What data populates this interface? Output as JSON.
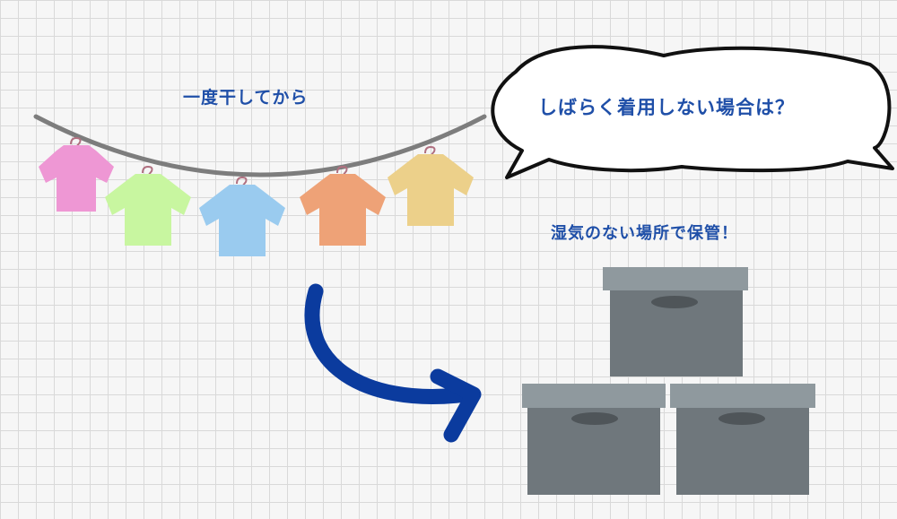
{
  "caption_top": "一度干してから",
  "speech_bubble": "しばらく着用しない場合は？",
  "caption_storage": "湿気のない場所で保管！",
  "colors": {
    "text": "#1f4fa8",
    "arrow": "#0b3b9e",
    "shirts": [
      "#ee97d4",
      "#c8f6a0",
      "#9acbef",
      "#eea277",
      "#ecd08a"
    ],
    "box_body": "#6f777c",
    "box_lid": "#8f999e",
    "rope": "#7d7d7d"
  },
  "icons": [
    "clothesline",
    "hanger-icon",
    "tshirt-icon",
    "curved-arrow-icon",
    "speech-bubble",
    "storage-box-icon"
  ]
}
